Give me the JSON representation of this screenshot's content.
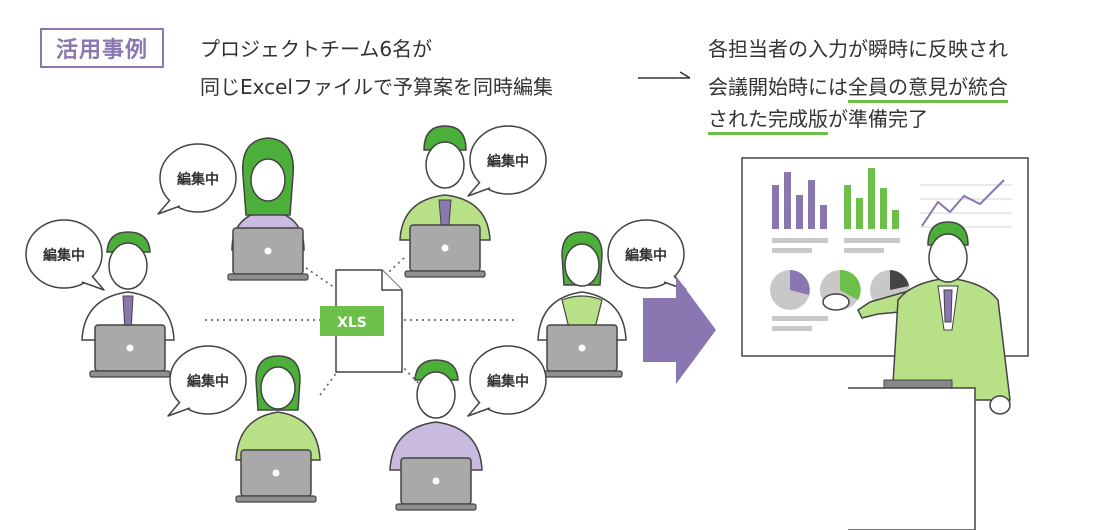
{
  "tag": "活用事例",
  "left_caption": [
    "プロジェクトチーム6名が",
    "同じExcelファイルで予算案を同時編集"
  ],
  "right_caption": {
    "line1": "各担当者の入力が瞬時に反映され",
    "line2_plain": "会議開始時には",
    "line2_underlined": "全員の意見が統合",
    "line3_underlined": "された完成版",
    "line3_plain": "が準備完了"
  },
  "bubble_label": "編集中",
  "file_label": "XLS",
  "colors": {
    "accent_purple": "#8a76b0",
    "accent_green": "#6cc04a",
    "shirt_green": "#b8e086"
  },
  "icons": [
    "arrow-right-icon",
    "big-arrow-icon",
    "excel-file-icon",
    "laptop-icon",
    "speech-bubble-icon",
    "presentation-board-icon",
    "presenter-figure"
  ]
}
